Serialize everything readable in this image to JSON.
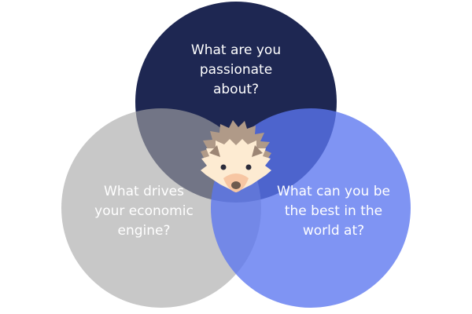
{
  "circles": {
    "top": {
      "text": [
        "What are you",
        "passionate",
        "about?"
      ],
      "color": "#1e2752"
    },
    "left": {
      "text": [
        "What drives",
        "your economic",
        "engine?"
      ],
      "color": "#a6a6a6"
    },
    "right": {
      "text": [
        "What can you be",
        "the best in the",
        "world at?"
      ],
      "color": "#5b76f0"
    }
  },
  "center_icon": "hedgehog-icon"
}
